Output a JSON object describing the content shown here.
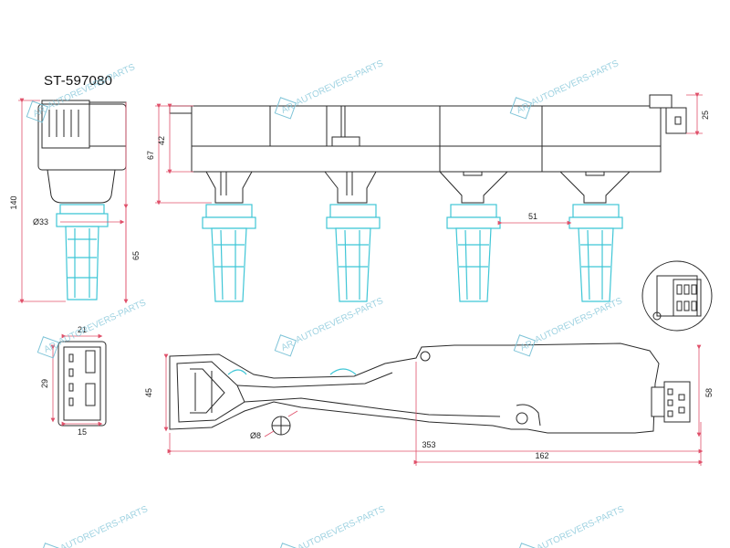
{
  "part_number": "ST-597080",
  "watermark_text": "AUTOREVERS-PARTS",
  "watermark_logo": "AR",
  "dimensions": {
    "d140": "140",
    "d33": "Ø33",
    "d65": "65",
    "d67": "67",
    "d42": "42",
    "d25": "25",
    "d51": "51",
    "d21": "21",
    "d29": "29",
    "d15": "15",
    "d45": "45",
    "d8": "Ø8",
    "d353": "353",
    "d162": "162",
    "d58": "58"
  },
  "colors": {
    "boot": "#3fc6d6",
    "dimension_line": "#e0506a",
    "watermark": "#7fc4d8"
  }
}
